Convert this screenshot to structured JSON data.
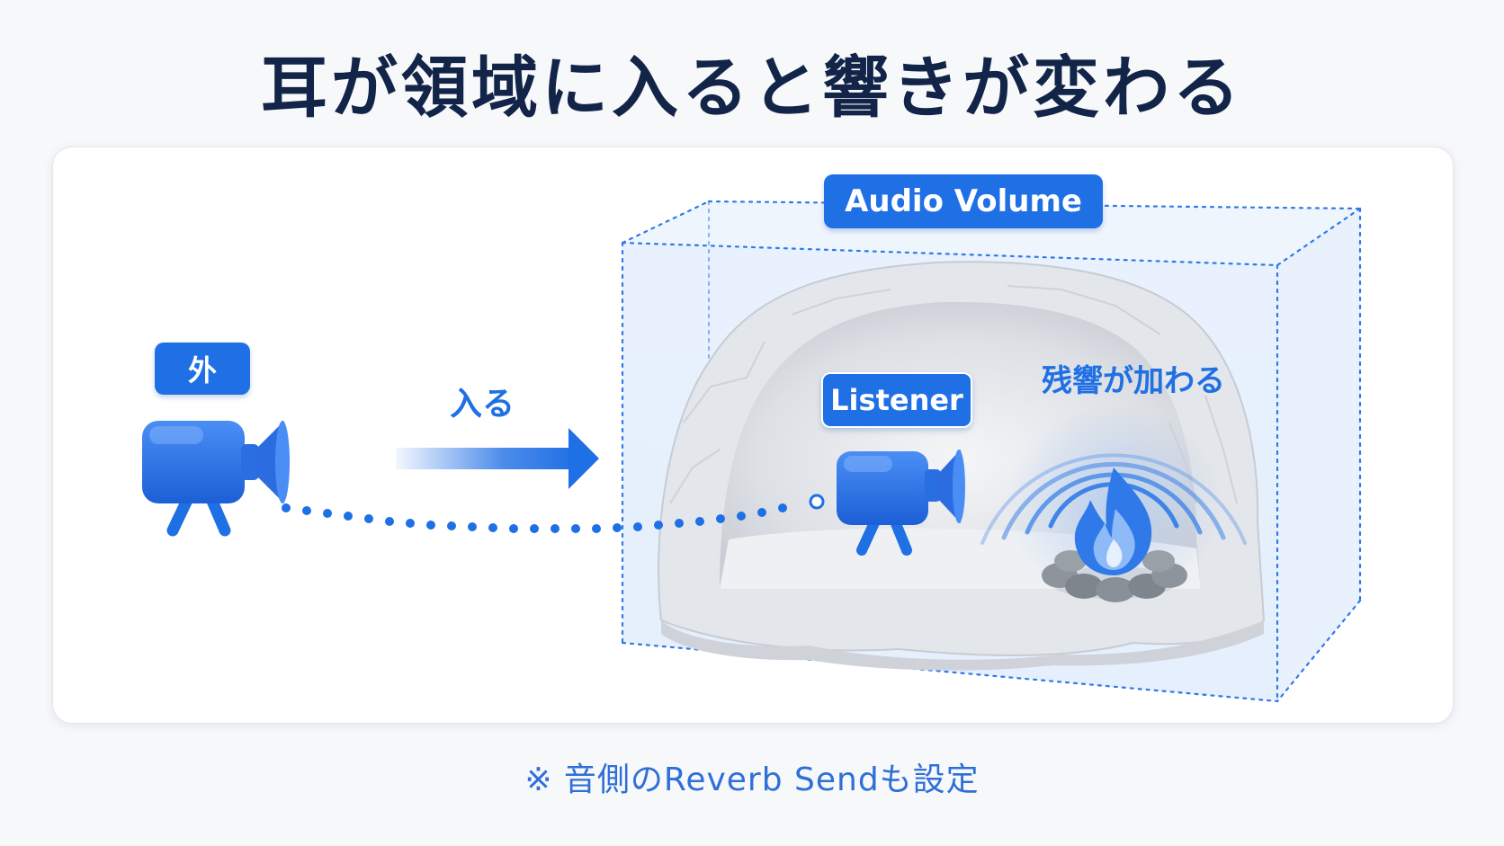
{
  "title": "耳が領域に入ると響きが変わる",
  "labels": {
    "outside": "外",
    "enter": "入る",
    "audio_volume": "Audio Volume",
    "listener": "Listener",
    "reverb_added": "残響が加わる"
  },
  "footnote": "※ 音側のReverb Sendも設定",
  "icons": {
    "outside_listener": "camera-listener-icon",
    "inside_listener": "camera-listener-icon",
    "sound_source": "campfire-icon",
    "reverb_waves": "sound-waves-icon",
    "cave": "cave-icon",
    "direction": "arrow-right-icon"
  },
  "colors": {
    "accent": "#1f6fe5",
    "title": "#122448",
    "footnote": "#2f6fd8",
    "cave": "#e6e8ec",
    "stones": "#8e949c"
  }
}
